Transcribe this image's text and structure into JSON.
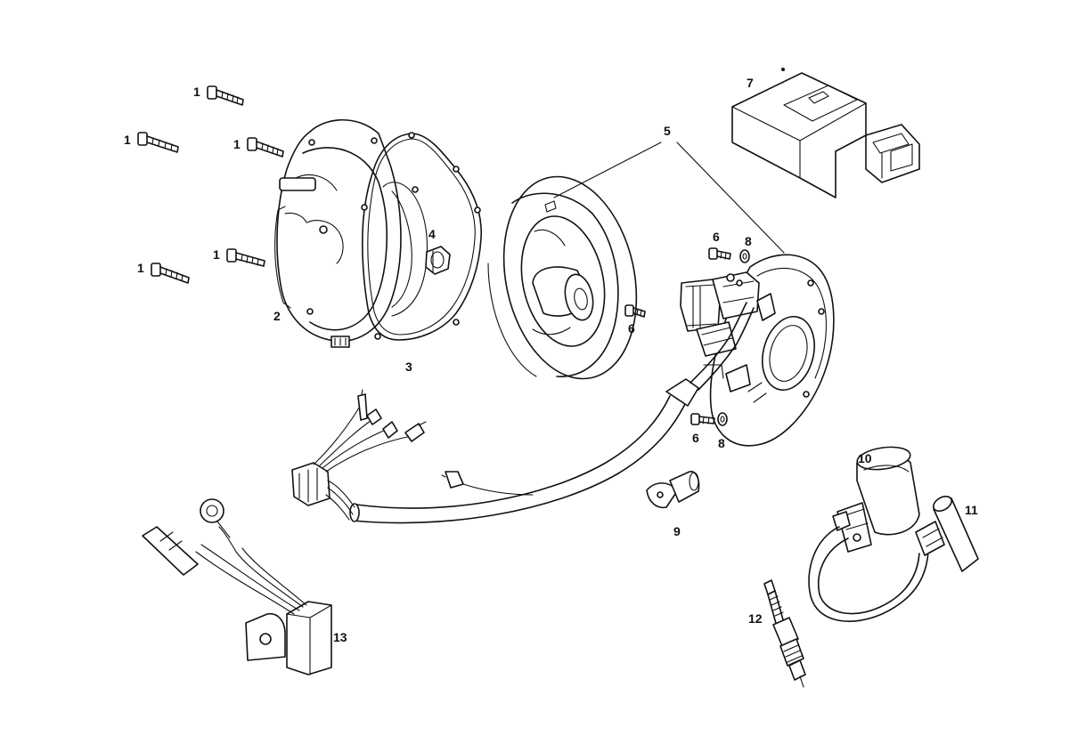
{
  "labels": {
    "l1a": "1",
    "l1b": "1",
    "l1c": "1",
    "l1d": "1",
    "l1e": "1",
    "l2": "2",
    "l3": "3",
    "l4": "4",
    "l5": "5",
    "l6a": "6",
    "l6b": "6",
    "l6c": "6",
    "l7": "7",
    "l8a": "8",
    "l8b": "8",
    "l9": "9",
    "l10": "10",
    "l11": "11",
    "l12": "12",
    "l13": "13"
  },
  "colors": {
    "line": "#111111",
    "background": "#ffffff"
  }
}
